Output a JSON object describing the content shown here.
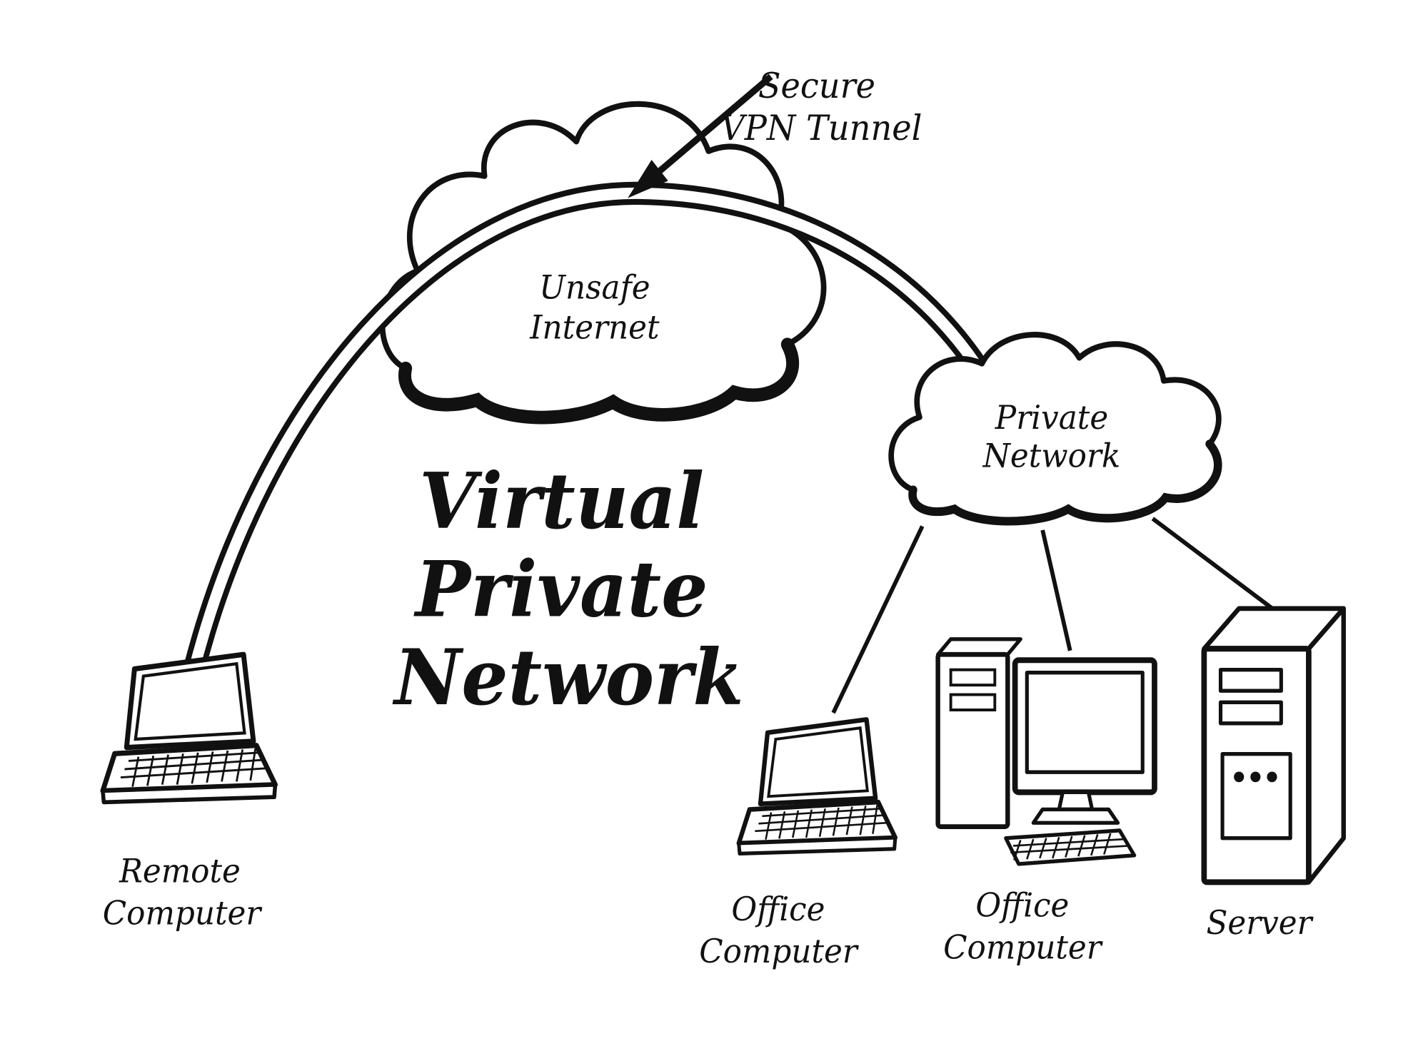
{
  "diagram": {
    "title_lines": [
      "Virtual",
      "Private",
      "Network"
    ],
    "tunnel_label_lines": [
      "Secure",
      "VPN Tunnel"
    ],
    "internet_cloud_lines": [
      "Unsafe",
      "Internet"
    ],
    "private_cloud_lines": [
      "Private",
      "Network"
    ],
    "remote_computer_lines": [
      "Remote",
      "Computer"
    ],
    "office_laptop_lines": [
      "Office",
      "Computer"
    ],
    "office_desktop_lines": [
      "Office",
      "Computer"
    ],
    "server_label": "Server",
    "colors": {
      "ink": "#111111",
      "background": "#ffffff"
    }
  }
}
